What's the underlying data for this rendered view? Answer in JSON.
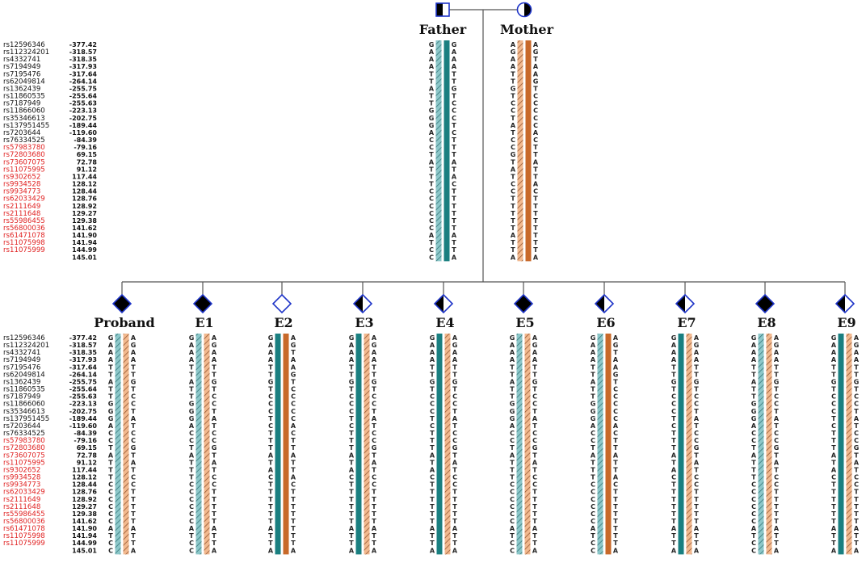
{
  "markers": [
    {
      "id": "rs12596346",
      "pos": "-377.42",
      "red": false
    },
    {
      "id": "rs112324201",
      "pos": "-318.57",
      "red": false
    },
    {
      "id": "rs4332741",
      "pos": "-318.35",
      "red": false
    },
    {
      "id": "rs7194949",
      "pos": "-317.93",
      "red": false
    },
    {
      "id": "rs7195476",
      "pos": "-317.64",
      "red": false
    },
    {
      "id": "rs62049814",
      "pos": "-264.14",
      "red": false
    },
    {
      "id": "rs1362439",
      "pos": "-255.75",
      "red": false
    },
    {
      "id": "rs11860535",
      "pos": "-255.64",
      "red": false
    },
    {
      "id": "rs7187949",
      "pos": "-255.63",
      "red": false
    },
    {
      "id": "rs11866060",
      "pos": "-223.13",
      "red": false
    },
    {
      "id": "rs35346613",
      "pos": "-202.75",
      "red": false
    },
    {
      "id": "rs137951455",
      "pos": "-189.44",
      "red": false
    },
    {
      "id": "rs7203644",
      "pos": "-119.60",
      "red": false
    },
    {
      "id": "rs76334525",
      "pos": "-84.39",
      "red": false
    },
    {
      "id": "rs57983780",
      "pos": "-79.16",
      "red": true
    },
    {
      "id": "rs72803680",
      "pos": "69.15",
      "red": true
    },
    {
      "id": "rs73607075",
      "pos": "72.78",
      "red": true
    },
    {
      "id": "rs11075995",
      "pos": "91.12",
      "red": true
    },
    {
      "id": "rs9302652",
      "pos": "117.44",
      "red": true
    },
    {
      "id": "rs9934528",
      "pos": "128.12",
      "red": true
    },
    {
      "id": "rs9934773",
      "pos": "128.44",
      "red": true
    },
    {
      "id": "rs62033429",
      "pos": "128.76",
      "red": true
    },
    {
      "id": "rs2111649",
      "pos": "128.92",
      "red": true
    },
    {
      "id": "rs2111648",
      "pos": "129.27",
      "red": true
    },
    {
      "id": "rs55986455",
      "pos": "129.38",
      "red": true
    },
    {
      "id": "rs56800036",
      "pos": "141.62",
      "red": true
    },
    {
      "id": "rs61471078",
      "pos": "141.90",
      "red": true
    },
    {
      "id": "rs11075998",
      "pos": "141.94",
      "red": true
    },
    {
      "id": "rs11075999",
      "pos": "144.99",
      "red": true
    },
    {
      "id": "",
      "pos": "145.01",
      "red": false
    }
  ],
  "parents": [
    {
      "label": "Father",
      "symbol": "square",
      "fill": "left",
      "bars": [
        "cyan-hatched",
        "teal"
      ],
      "left_alleles": "GAAATTATTGGGACCTATTTCCCCCCATCC",
      "right_alleles": "GAAATTGTCCCTCTTTATACTTTTTTATTA"
    },
    {
      "label": "Mother",
      "symbol": "circle",
      "fill": "right",
      "bars": [
        "orange-hatched",
        "orange"
      ],
      "left_alleles": "AGAATTGTCCTATCCGTATCCTTTTTATTA",
      "right_alleles": "AGTAAGTCCCCCACTTATTACTTTTTTTTA"
    }
  ],
  "children": [
    {
      "label": "Proband",
      "fill": "full",
      "bars": [
        "cyan-hatched",
        "orange-hatched"
      ],
      "left_alleles": "GAAATTATTGGGACCTATTTCCCCCCATCC",
      "right_alleles": "AGAATTGTCCTATCCGTATCCTTTTTATTA"
    },
    {
      "label": "E1",
      "fill": "full",
      "bars": [
        "cyan-hatched",
        "orange-hatched"
      ],
      "left_alleles": "GAAATTATTGGGACCTATTTCCCCCCATCC",
      "right_alleles": "AGAATTGTCCTATCCGTATCCTTTTTATTA"
    },
    {
      "label": "E2",
      "fill": "none",
      "bars": [
        "teal",
        "orange"
      ],
      "left_alleles": "GAAATTGTCCCTCTTTATACTTTTTTATTA",
      "right_alleles": "AGTAAGTCCCCCACTTATTACTTTTTTTTA"
    },
    {
      "label": "E3",
      "fill": "left",
      "bars": [
        "teal",
        "orange-hatched"
      ],
      "left_alleles": "GAAATTGTCCCTCTTTATACTTTTTTATTA",
      "right_alleles": "AGAATTGTCCTATCCGTATCCTTTTTATTA"
    },
    {
      "label": "E4",
      "fill": "left",
      "bars": [
        "teal",
        "orange-hatched"
      ],
      "left_alleles": "GAAATTGTCCCTCTTTATACTTTTTTATTA",
      "right_alleles": "AGAATTGTCCTATCCGTATCCTTTTTATTA"
    },
    {
      "label": "E5",
      "fill": "full",
      "bars": [
        "cyan-hatched",
        "orange-hatched"
      ],
      "left_alleles": "GAAATTATTGGGACCTATTTCCCCCCATCC",
      "right_alleles": "AGAATTGTCCTATCCGTATCCTTTTTATTA"
    },
    {
      "label": "E6",
      "fill": "left",
      "bars": [
        "cyan-hatched",
        "orange"
      ],
      "left_alleles": "GAAATTATTGGGACCTATTTCCCCCCATCC",
      "right_alleles": "AGTAAGTCCCCCACTTATTACTTTTTTTTA"
    },
    {
      "label": "E7",
      "fill": "left",
      "bars": [
        "teal",
        "orange-hatched"
      ],
      "left_alleles": "GAAATTGTCCCTCTTTATACTTTTTTATTA",
      "right_alleles": "AGAATTGTCCTATCCGTATCCTTTTTATTA"
    },
    {
      "label": "E8",
      "fill": "full",
      "bars": [
        "cyan-hatched",
        "orange-hatched"
      ],
      "left_alleles": "GAAATTATTGGGACCTATTTCCCCCCATCC",
      "right_alleles": "AGAATTGTCCTATCCGTATCCTTTTTATTA"
    },
    {
      "label": "E9",
      "fill": "left",
      "bars": [
        "teal",
        "orange-hatched"
      ],
      "left_alleles": "GAAATTGTCCCTCTTTATACTTTTTTATTA",
      "right_alleles": "AGAATTGTCCTATCCGTATCCTTTTTATTA"
    }
  ],
  "colors": {
    "teal": "#1a7f80",
    "cyan_hatch_bg": "#8cc7c9",
    "cyan_hatch_line": "#2e6f73",
    "orange": "#c8692a",
    "orange_hatch_bg": "#f2b98f",
    "orange_hatch_line": "#8a4a25",
    "symbol_border": "#1f35c8",
    "red_marker": "#e02020",
    "line": "#555555"
  }
}
